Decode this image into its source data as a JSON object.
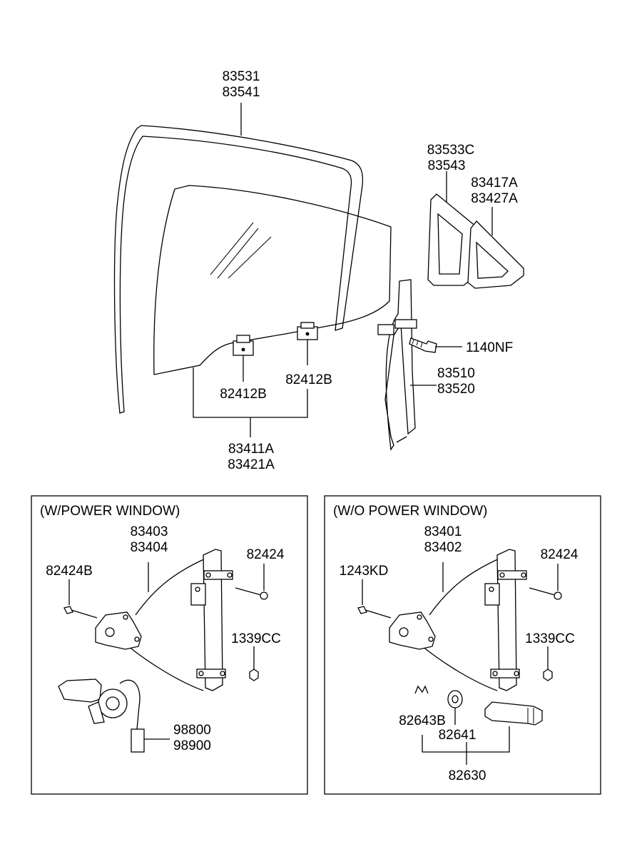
{
  "top_labels": {
    "run_channel": [
      "83531",
      "83541"
    ],
    "quarter_seal": [
      "83533C",
      "83543"
    ],
    "quarter_glass": [
      "83417A",
      "83427A"
    ],
    "bolt": "1140NF",
    "guide_rail": [
      "83510",
      "83520"
    ],
    "clip_left": "82412B",
    "clip_right": "82412B",
    "door_glass": [
      "83411A",
      "83421A"
    ]
  },
  "power_box": {
    "title": "(W/POWER WINDOW)",
    "regulator": [
      "83403",
      "83404"
    ],
    "screw_left": "82424B",
    "screw_right": "82424",
    "nut": "1339CC",
    "motor": [
      "98800",
      "98900"
    ]
  },
  "manual_box": {
    "title": "(W/O POWER WINDOW)",
    "regulator": [
      "83401",
      "83402"
    ],
    "screw_left": "1243KD",
    "screw_right": "82424",
    "nut": "1339CC",
    "spring": "82643B",
    "washer": "82641",
    "handle": "82630"
  }
}
